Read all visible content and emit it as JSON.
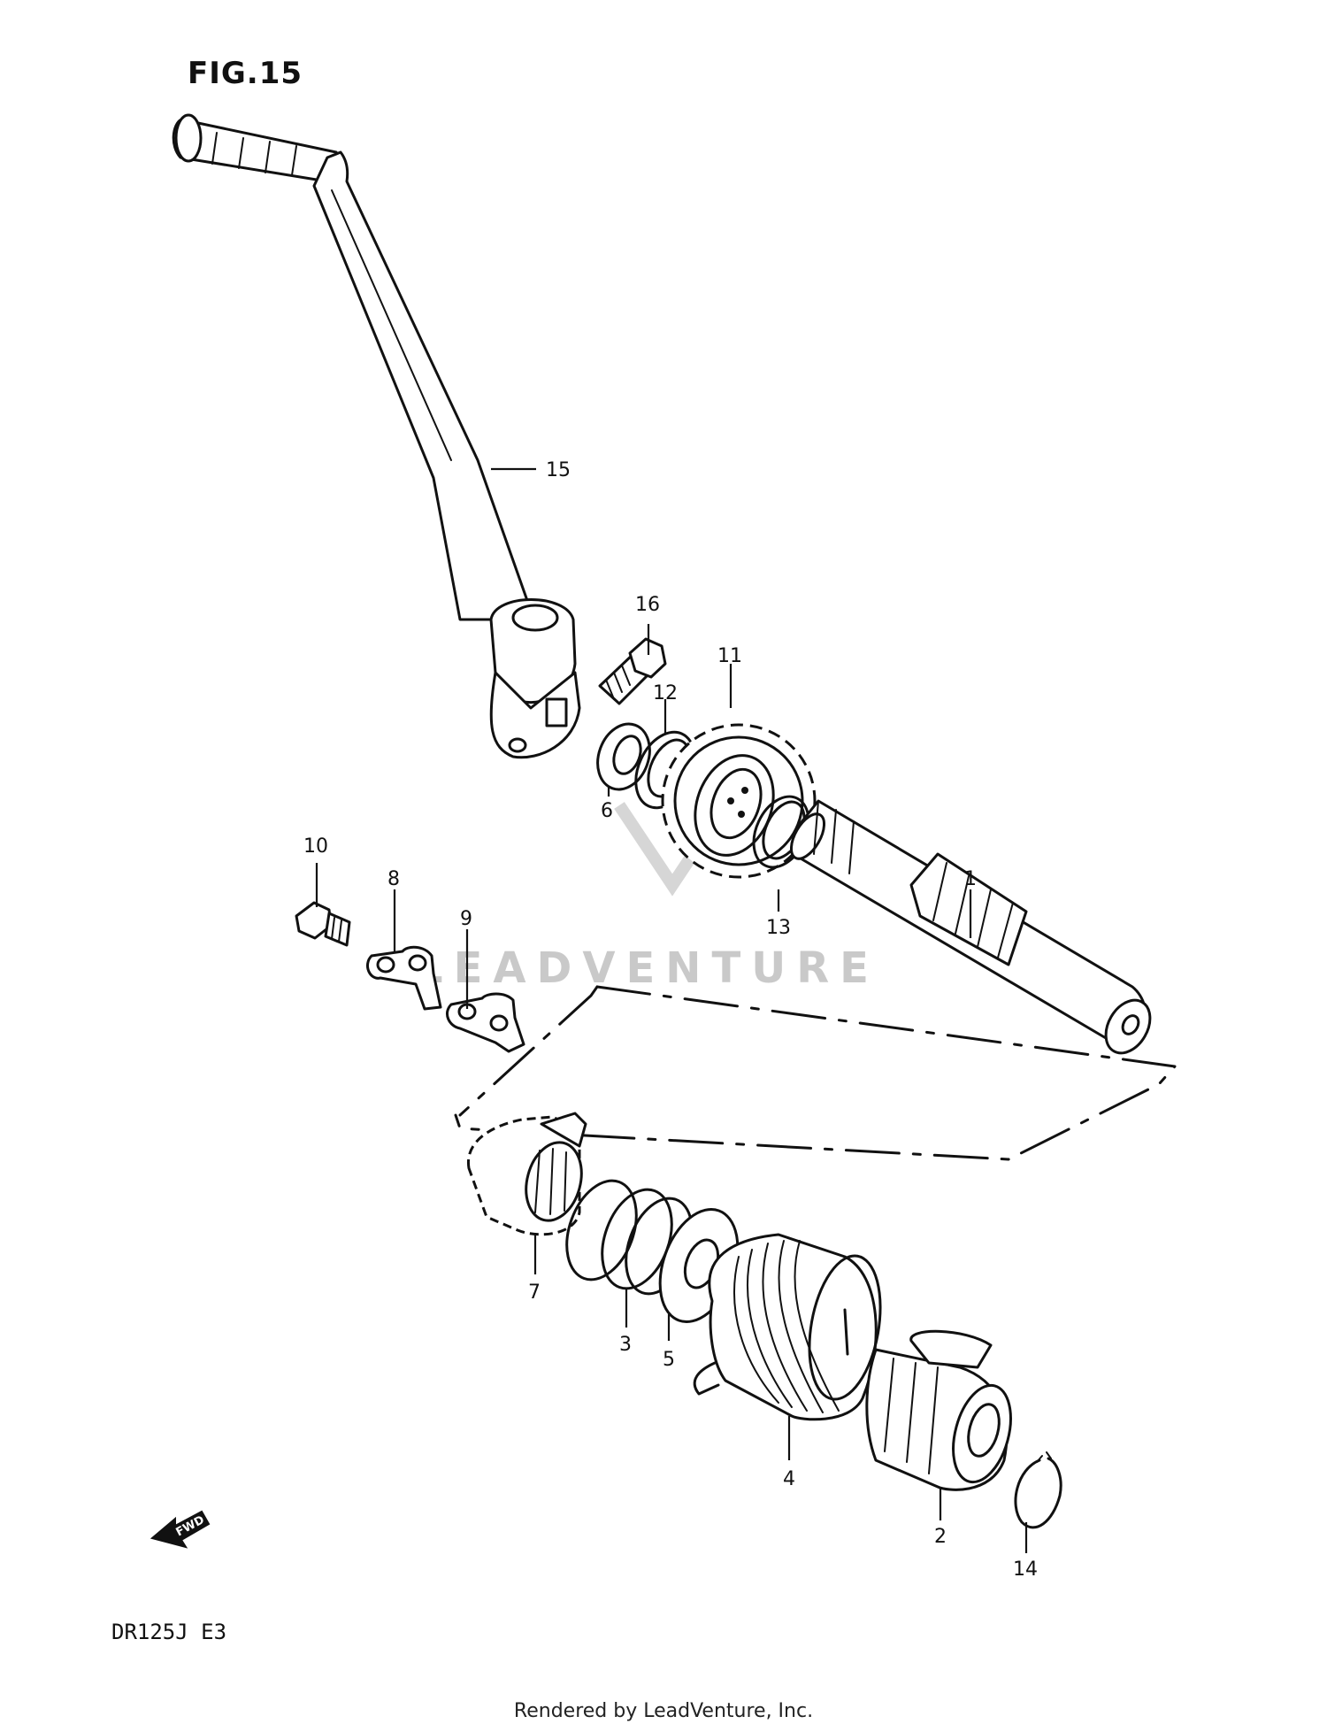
{
  "figure_title": "FIG.15",
  "model_code": "DR125J  E3",
  "watermark": "LEADVENTURE",
  "footer": "Rendered by LeadVenture, Inc.",
  "fwd_label": "FWD",
  "callouts": [
    {
      "id": "c1",
      "label": "1"
    },
    {
      "id": "c2",
      "label": "2"
    },
    {
      "id": "c3",
      "label": "3"
    },
    {
      "id": "c4",
      "label": "4"
    },
    {
      "id": "c5",
      "label": "5"
    },
    {
      "id": "c6",
      "label": "6"
    },
    {
      "id": "c7",
      "label": "7"
    },
    {
      "id": "c8",
      "label": "8"
    },
    {
      "id": "c9",
      "label": "9"
    },
    {
      "id": "c10",
      "label": "10"
    },
    {
      "id": "c11",
      "label": "11"
    },
    {
      "id": "c12",
      "label": "12"
    },
    {
      "id": "c13",
      "label": "13"
    },
    {
      "id": "c14",
      "label": "14"
    },
    {
      "id": "c15",
      "label": "15"
    },
    {
      "id": "c16",
      "label": "16"
    }
  ]
}
